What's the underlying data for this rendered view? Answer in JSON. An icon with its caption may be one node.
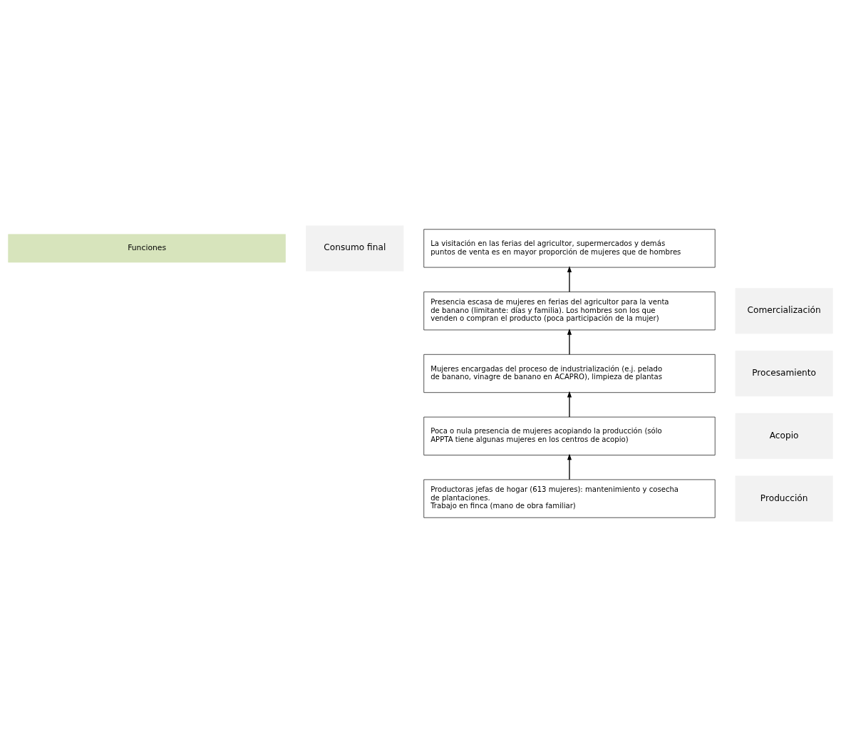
{
  "diagram": {
    "nodes": [
      {
        "text": [
          "Funciones"
        ]
      },
      {
        "text": [
          "Consumo final"
        ]
      },
      {
        "text": [
          "La visitación en las ferias del agricultor, supermercados y demás puntos de venta es en mayor proporción de mujeres que de hombres"
        ]
      },
      {
        "text": [
          "Comercialización"
        ]
      },
      {
        "text": [
          "Presencia escasa de mujeres en ferias del agricultor para la venta de banano (limitante: días y familia). Los hombres son los que venden o compran el producto (poca participación de la mujer)"
        ]
      },
      {
        "text": [
          "Procesamiento"
        ]
      },
      {
        "text": [
          "Mujeres encargadas del proceso de industrialización (e.j. pelado de banano, vinagre de banano en ACAPRO), limpieza de plantas"
        ]
      },
      {
        "text": [
          "Acopio"
        ]
      },
      {
        "text": [
          "Poca o nula presencia de mujeres acopiando la producción (sólo APPTA tiene algunas mujeres en los centros de acopio)"
        ]
      },
      {
        "text": [
          "Producción"
        ]
      },
      {
        "text": [
          "Productoras jefas de hogar (613 mujeres): mantenimiento y cosecha de plantaciones.",
          "Trabajo en finca (mano de obra familiar)"
        ]
      }
    ],
    "edges": [
      {
        "from": 10,
        "to": 8,
        "arrow": "to"
      },
      {
        "from": 8,
        "to": 6,
        "arrow": "to"
      },
      {
        "from": 6,
        "to": 4,
        "arrow": "to"
      },
      {
        "from": 4,
        "to": 2,
        "arrow": "to"
      }
    ]
  }
}
